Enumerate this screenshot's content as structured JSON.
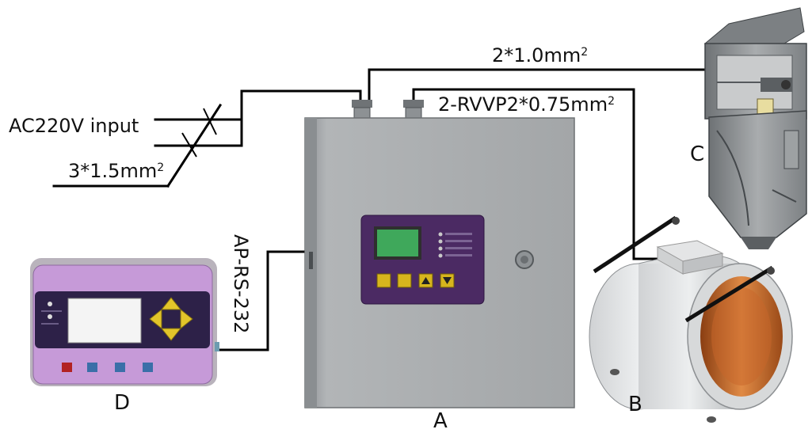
{
  "labels": {
    "power_input": "AC220V input",
    "power_cable_prefix": "3*1.5mm",
    "power_cable_sup": "2",
    "sensor_cable_prefix": "2*1.0mm",
    "sensor_cable_sup": "2",
    "signal_cable_prefix": "2-RVVP2*0.75mm",
    "signal_cable_sup": "2",
    "comm_cable": "AP-RS-232"
  },
  "components": {
    "controller": "A",
    "coil_sensor": "B",
    "valve": "C",
    "remote_display": "D"
  },
  "colors": {
    "cabinet": "#a8abad",
    "panel": "#4b2a63",
    "lcd": "#3fa85b",
    "remote_body": "#c69ad8",
    "copper": "#c8652a"
  }
}
